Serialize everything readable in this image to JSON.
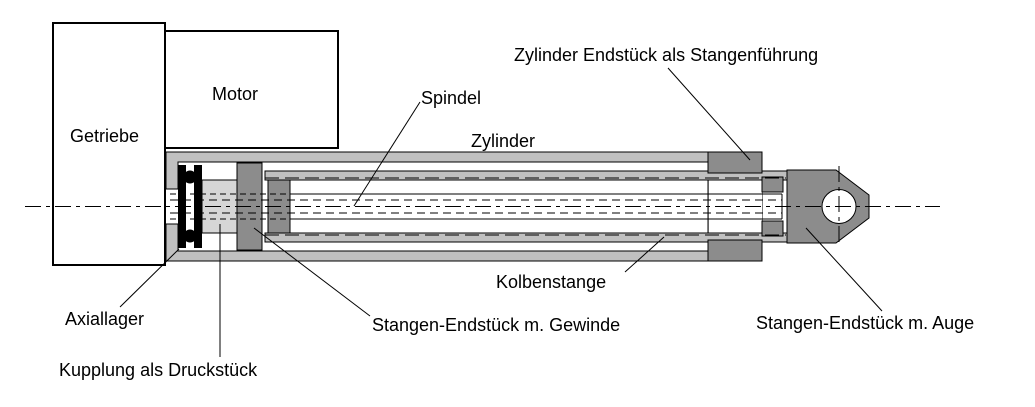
{
  "labels": {
    "getriebe": "Getriebe",
    "motor": "Motor",
    "spindel": "Spindel",
    "zylinder": "Zylinder",
    "zylinder_endstueck": "Zylinder Endstück als Stangenführung",
    "kolbenstange": "Kolbenstange",
    "stangen_endstueck_gewinde": "Stangen-Endstück m. Gewinde",
    "axiallager": "Axiallager",
    "kupplung": "Kupplung als Druckstück",
    "stangen_endstueck_auge": "Stangen-Endstück m. Auge"
  },
  "colors": {
    "background": "#ffffff",
    "line": "#000000",
    "wall_gray": "#c0c0c0",
    "coupling_gray": "#d6d6d6",
    "dark_gray": "#8c8c8c"
  }
}
